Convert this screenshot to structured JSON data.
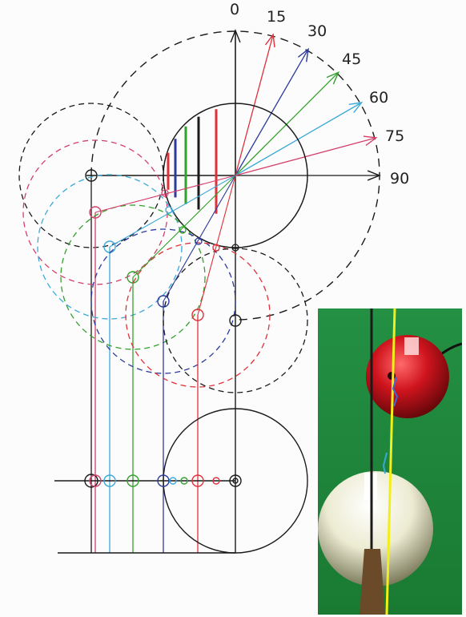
{
  "angle_labels": [
    {
      "text": "0",
      "color": "#222222"
    },
    {
      "text": "15",
      "color": "#e0303a"
    },
    {
      "text": "30",
      "color": "#2c3a9c"
    },
    {
      "text": "45",
      "color": "#33a02c"
    },
    {
      "text": "60",
      "color": "#3aa9d8"
    },
    {
      "text": "75",
      "color": "#e04a5a"
    },
    {
      "text": "90",
      "color": "#222222"
    }
  ],
  "colors": {
    "black": "#1a1a1a",
    "red": "#e0303a",
    "navy": "#2c3a9c",
    "green": "#33a02c",
    "sky": "#3aa9d8",
    "pink": "#d43f6a",
    "felt": "#1f8a3a",
    "red_ball": "#c8141e",
    "white_ball": "#f2f0dc",
    "aim_line": "#f2ee1a",
    "cue": "#7a5a34"
  },
  "photo": {
    "description_icon": "snooker-aim-photo-icon"
  }
}
